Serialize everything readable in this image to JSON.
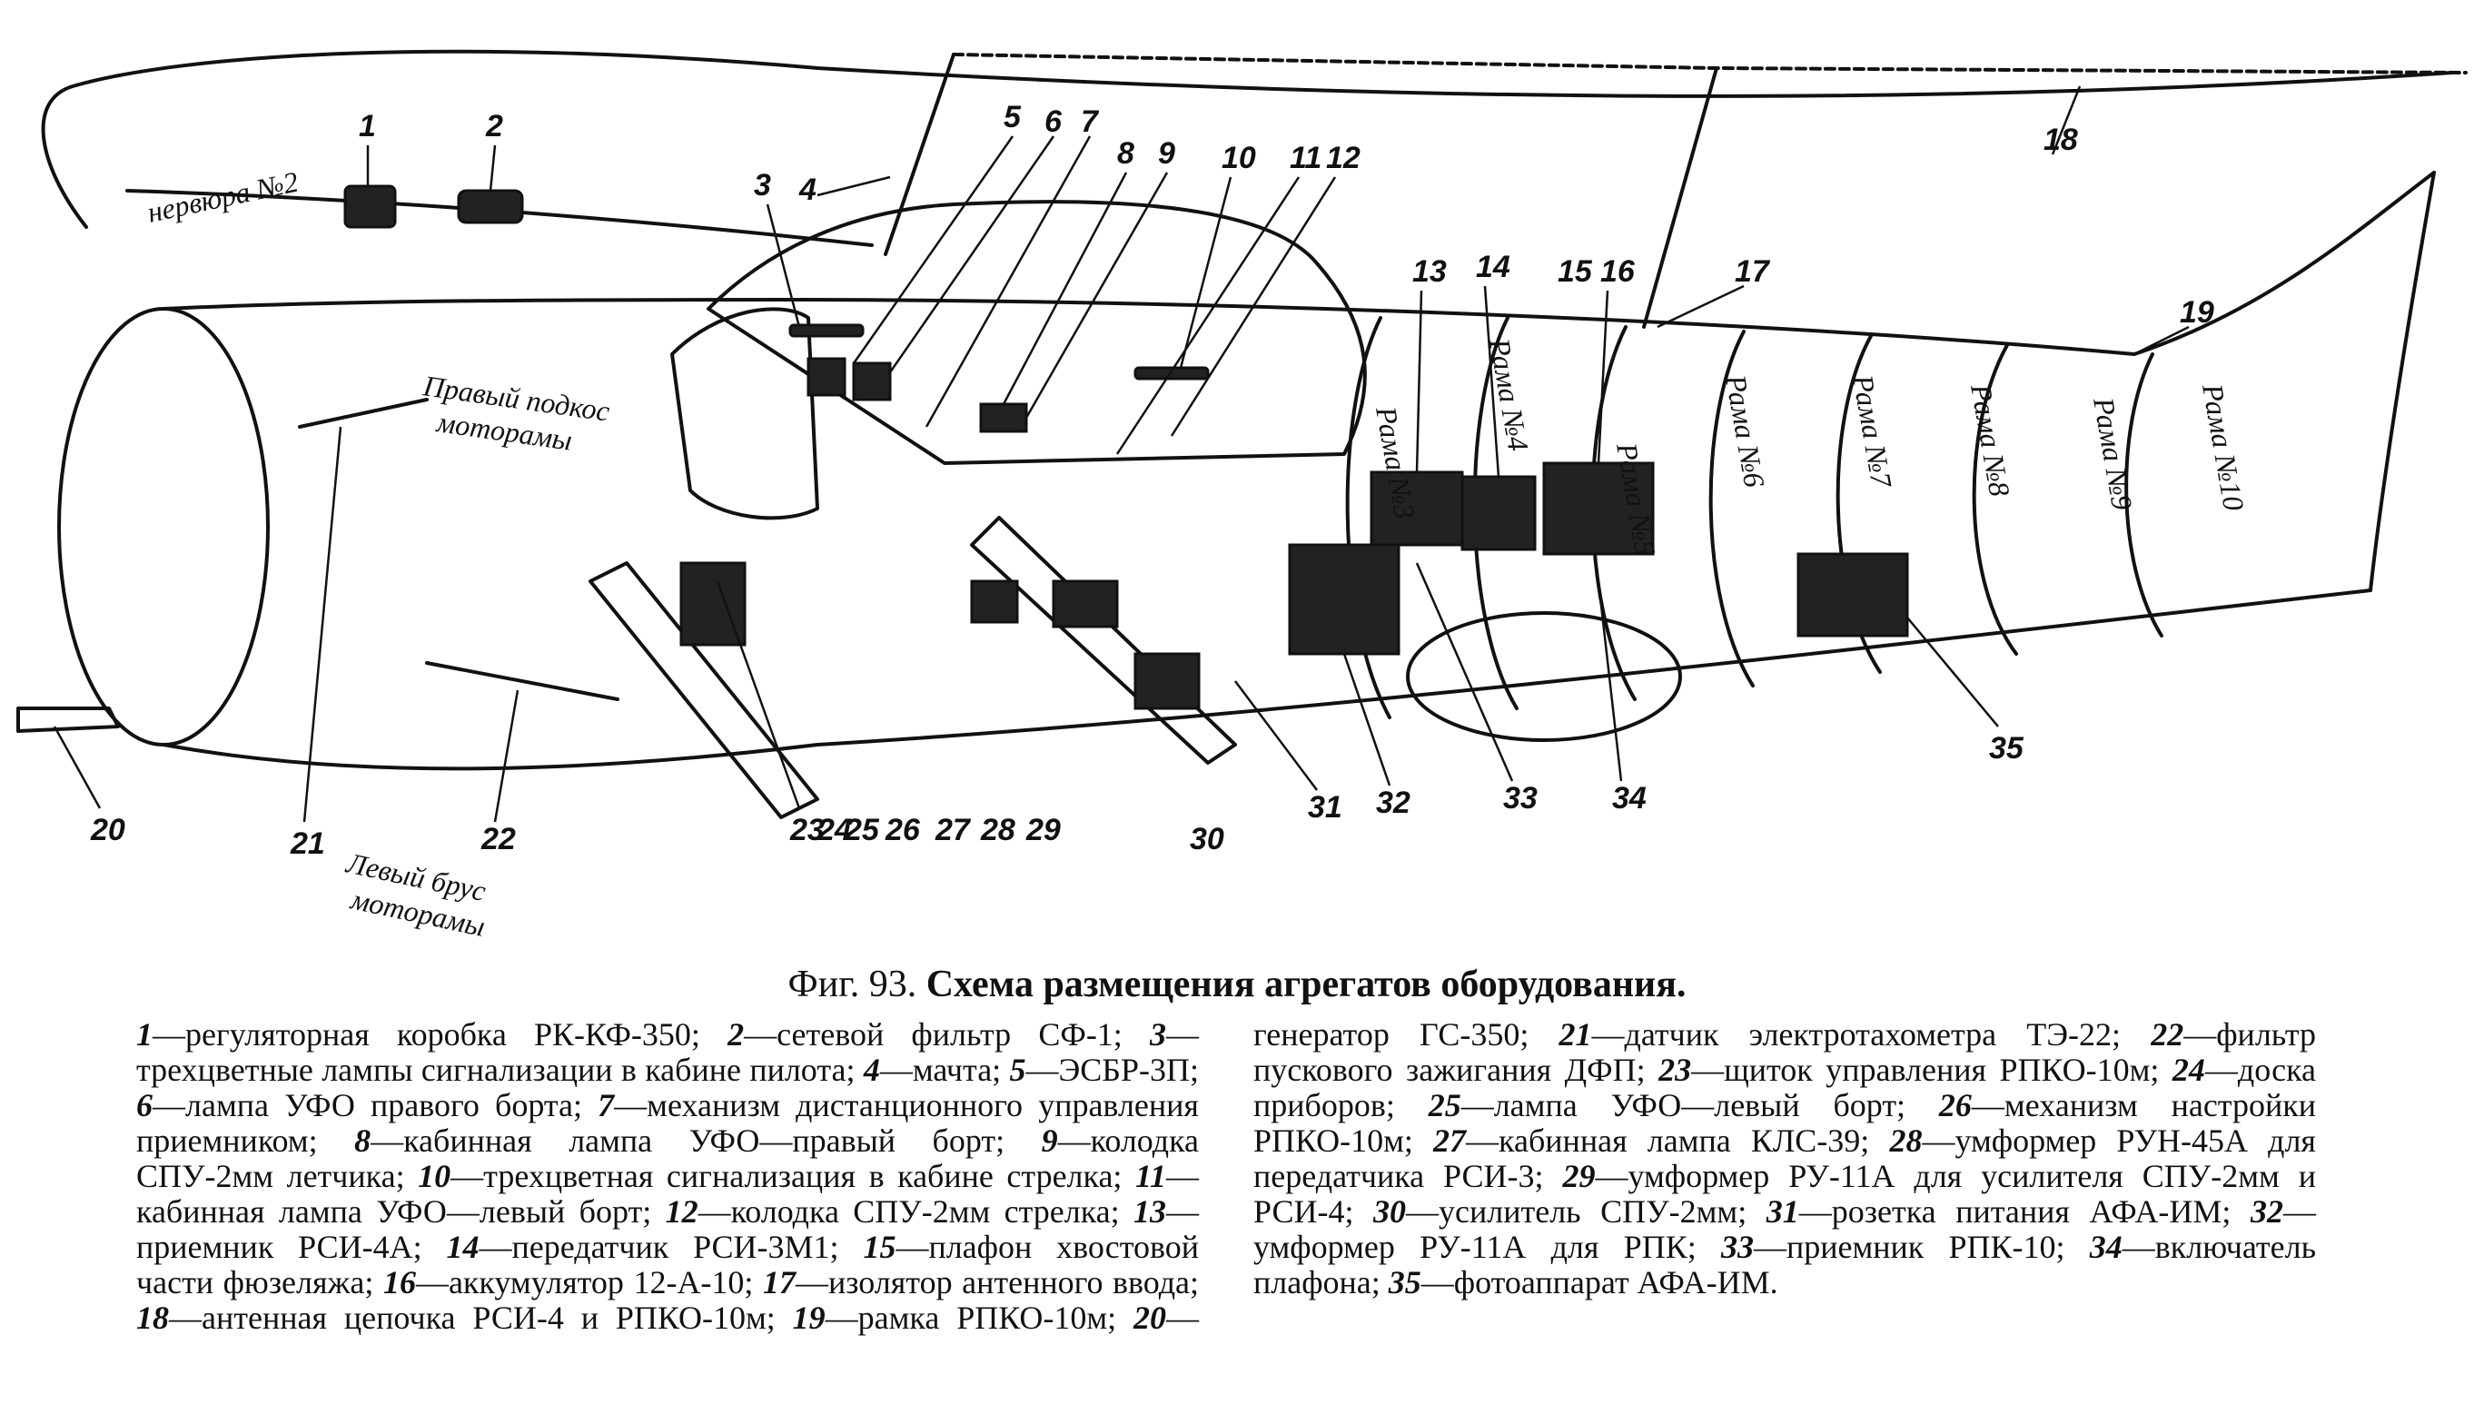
{
  "callouts": [
    "1",
    "2",
    "3",
    "4",
    "5",
    "6",
    "7",
    "8",
    "9",
    "10",
    "11",
    "12",
    "13",
    "14",
    "15",
    "16",
    "17",
    "18",
    "19",
    "20",
    "21",
    "22",
    "23",
    "24",
    "25",
    "26",
    "27",
    "28",
    "29",
    "30",
    "31",
    "32",
    "33",
    "34",
    "35"
  ],
  "annotations": {
    "rib": "нервюра №2",
    "right_strut": [
      "Правый подкос",
      "моторамы"
    ],
    "left_beam": [
      "Левый брус",
      "моторамы"
    ],
    "frames": [
      "Рама №3",
      "Рама №4",
      "Рама №5",
      "Рама №6",
      "Рама №7",
      "Рама №8",
      "Рама №9",
      "Рама №10"
    ]
  },
  "caption": {
    "number": "Фиг. 93.",
    "title": "Схема размещения агрегатов оборудования."
  },
  "legend": [
    {
      "n": "1",
      "text": "—регуляторная коробка РК-КФ-350;"
    },
    {
      "n": "2",
      "text": "—сетевой фильтр СФ-1;"
    },
    {
      "n": "3",
      "text": "—трехцветные лампы сигнализации в кабине пилота;"
    },
    {
      "n": "4",
      "text": "—мачта;"
    },
    {
      "n": "5",
      "text": "—ЭСБР-3П;"
    },
    {
      "n": "6",
      "text": "—лампа УФО правого борта;"
    },
    {
      "n": "7",
      "text": "—механизм дистанционного управления приемником;"
    },
    {
      "n": "8",
      "text": "—кабинная лампа УФО—правый борт;"
    },
    {
      "n": "9",
      "text": "—колодка СПУ-2мм летчика;"
    },
    {
      "n": "10",
      "text": "—трехцветная сигнализация в кабине стрелка;"
    },
    {
      "n": "11",
      "text": "—кабинная лампа УФО—левый борт;"
    },
    {
      "n": "12",
      "text": "—колодка СПУ-2мм стрелка;"
    },
    {
      "n": "13",
      "text": "—приемник РСИ-4А;"
    },
    {
      "n": "14",
      "text": "—передатчик РСИ-3М1;"
    },
    {
      "n": "15",
      "text": "—плафон хвостовой части фюзеляжа;"
    },
    {
      "n": "16",
      "text": "—аккумулятор 12-А-10;"
    },
    {
      "n": "17",
      "text": "—изолятор антенного ввода;"
    },
    {
      "n": "18",
      "text": "—антенная цепочка РСИ-4 и РПКО-10м;"
    },
    {
      "n": "19",
      "text": "—рамка РПКО-10м;"
    },
    {
      "n": "20",
      "text": "—генератор ГС-350;"
    },
    {
      "n": "21",
      "text": "—датчик электротахометра ТЭ-22;"
    },
    {
      "n": "22",
      "text": "—фильтр пускового зажигания ДФП;"
    },
    {
      "n": "23",
      "text": "—щиток управления РПКО-10м;"
    },
    {
      "n": "24",
      "text": "—доска приборов;"
    },
    {
      "n": "25",
      "text": "—лампа УФО—левый борт;"
    },
    {
      "n": "26",
      "text": "—механизм настройки РПКО-10м;"
    },
    {
      "n": "27",
      "text": "—кабинная лампа КЛС-39;"
    },
    {
      "n": "28",
      "text": "—умформер РУН-45А для передатчика РСИ-3;"
    },
    {
      "n": "29",
      "text": "—умформер РУ-11А для усилителя СПУ-2мм и РСИ-4;"
    },
    {
      "n": "30",
      "text": "—усилитель СПУ-2мм;"
    },
    {
      "n": "31",
      "text": "—розетка питания АФА-ИМ;"
    },
    {
      "n": "32",
      "text": "—умформер РУ-11А для РПК;"
    },
    {
      "n": "33",
      "text": "—приемник РПК-10;"
    },
    {
      "n": "34",
      "text": "—включатель плафона;"
    },
    {
      "n": "35",
      "text": "—фотоаппарат АФА-ИМ."
    }
  ]
}
